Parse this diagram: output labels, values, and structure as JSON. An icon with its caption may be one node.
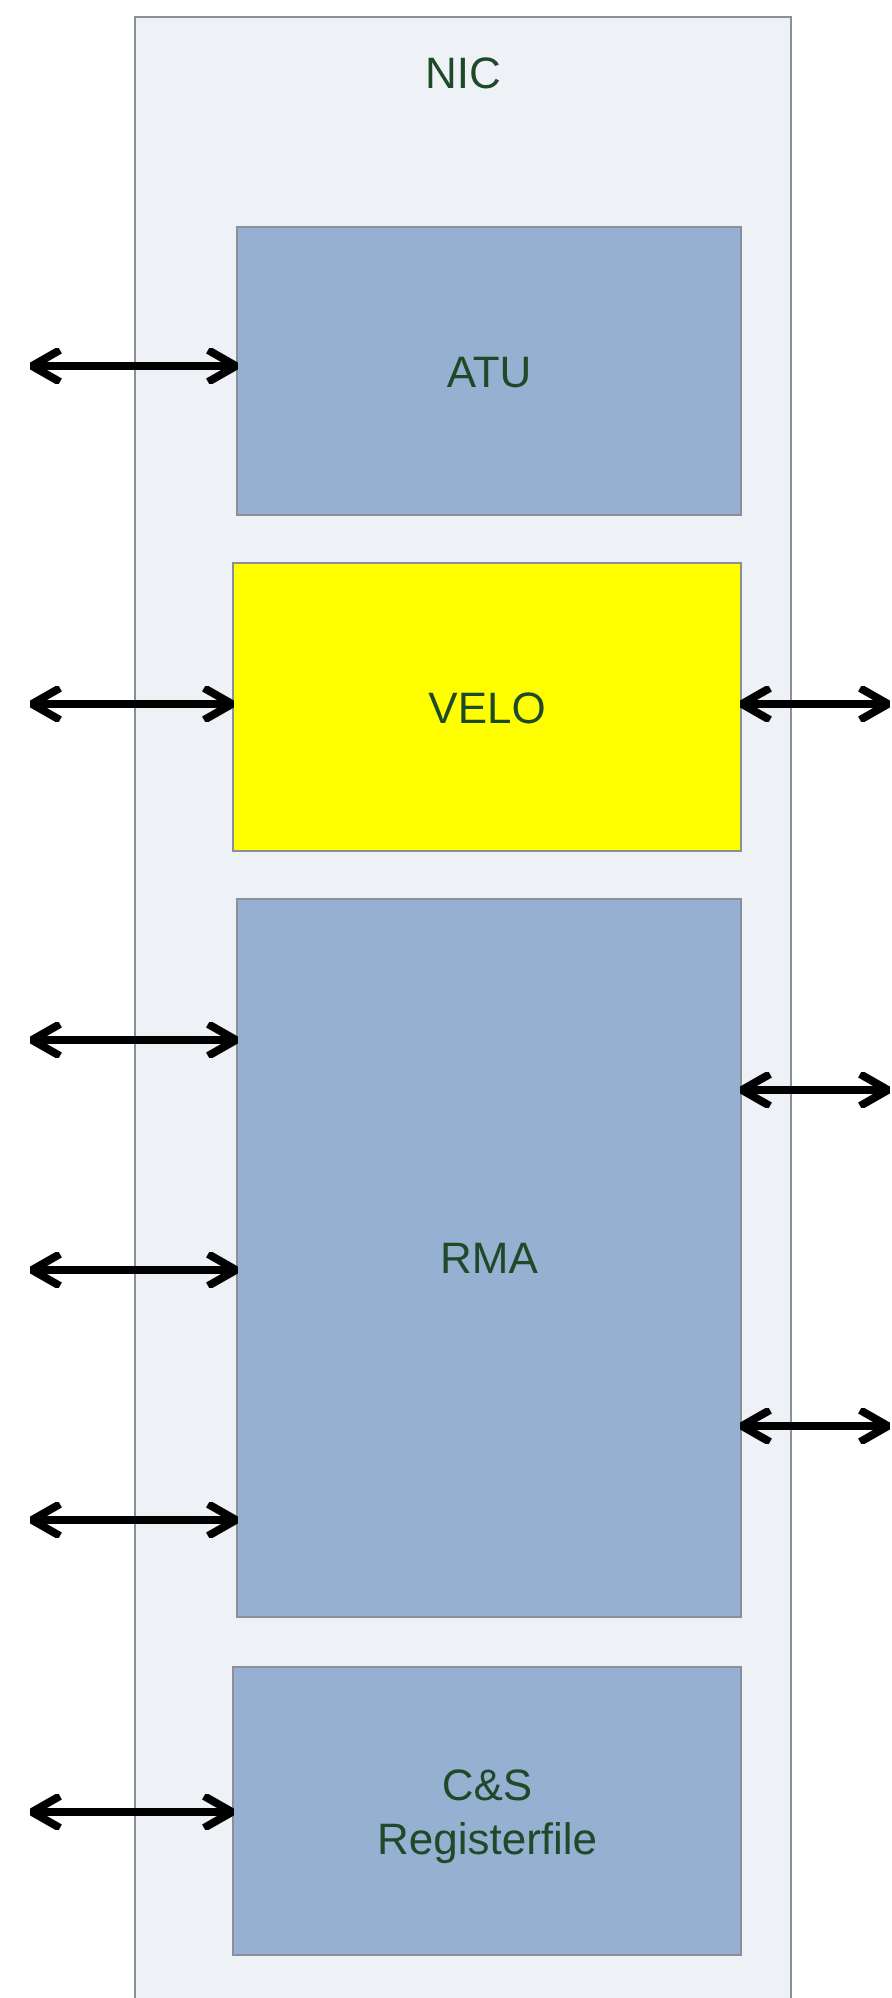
{
  "diagram": {
    "nodes": [
      {
        "text": [
          "NIC"
        ]
      },
      {
        "text": [
          "ATU"
        ],
        "in": 0
      },
      {
        "text": [
          "VELO"
        ],
        "in": 0
      },
      {
        "text": [
          "RMA"
        ],
        "in": 0
      },
      {
        "text": [
          "C&S Registerfile"
        ],
        "in": 0
      }
    ],
    "edges": [
      {
        "from": 1,
        "to": null,
        "arrow": "both"
      },
      {
        "from": 2,
        "to": null,
        "arrow": "both"
      },
      {
        "from": 3,
        "to": null,
        "arrow": "both"
      },
      {
        "from": 3,
        "to": null,
        "arrow": "both"
      },
      {
        "from": 3,
        "to": null,
        "arrow": "both"
      },
      {
        "from": 4,
        "to": null,
        "arrow": "both"
      },
      {
        "from": 2,
        "to": null,
        "arrow": "both"
      },
      {
        "from": 3,
        "to": null,
        "arrow": "both"
      },
      {
        "from": 3,
        "to": null,
        "arrow": "both"
      }
    ]
  }
}
